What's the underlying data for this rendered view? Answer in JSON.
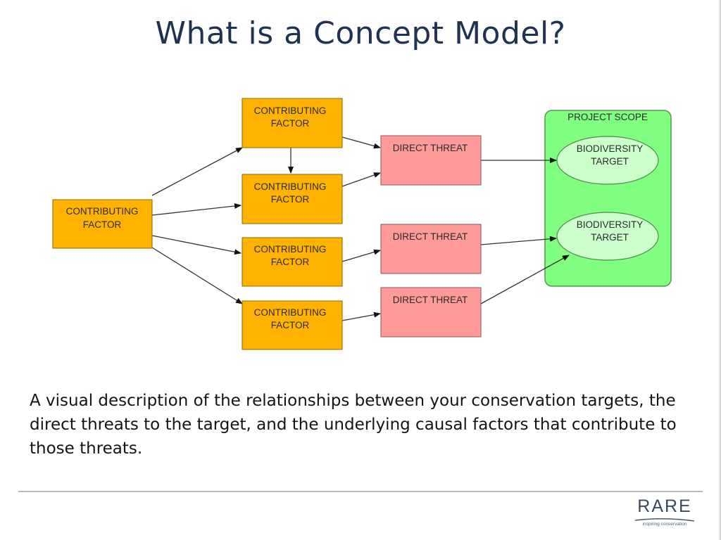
{
  "slide": {
    "title": "What is a Concept Model?",
    "description": "A visual description of the relationships between your conservation targets, the direct threats to the target, and the underlying causal factors that contribute to those threats."
  },
  "diagram": {
    "scope_label": "PROJECT SCOPE",
    "factor_root": [
      "CONTRIBUTING",
      "FACTOR"
    ],
    "factors": [
      [
        "CONTRIBUTING",
        "FACTOR"
      ],
      [
        "CONTRIBUTING",
        "FACTOR"
      ],
      [
        "CONTRIBUTING",
        "FACTOR"
      ],
      [
        "CONTRIBUTING",
        "FACTOR"
      ]
    ],
    "threats": [
      "DIRECT THREAT",
      "DIRECT THREAT",
      "DIRECT THREAT"
    ],
    "targets": [
      [
        "BIODIVERSITY",
        "TARGET"
      ],
      [
        "BIODIVERSITY",
        "TARGET"
      ]
    ],
    "colors": {
      "factor_fill": "#ffb300",
      "factor_stroke": "#8a6a00",
      "threat_fill": "#ff9a9a",
      "threat_stroke": "#8a5a5a",
      "target_fill": "#ccffcc",
      "target_stroke": "#4f8a4f",
      "scope_fill": "#80ff80",
      "scope_stroke": "#4f9a4f"
    }
  },
  "logo": {
    "word": "RARE",
    "tagline": "inspiring conservation"
  }
}
